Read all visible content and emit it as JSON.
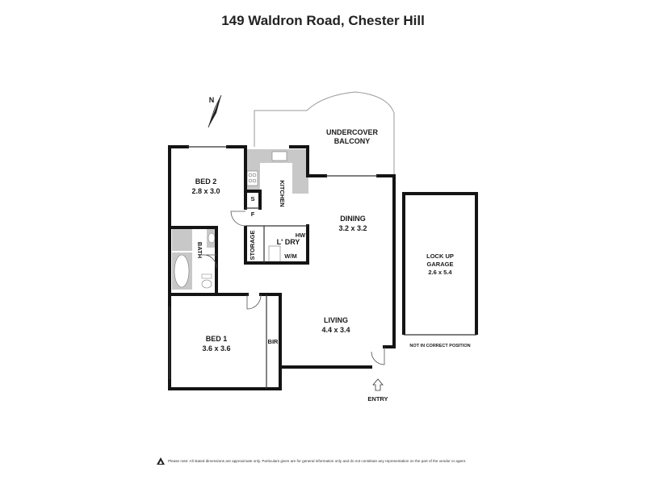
{
  "title": "149 Waldron Road, Chester Hill",
  "compass": {
    "letter": "N",
    "icon": "north-arrow-icon"
  },
  "rooms": {
    "balcony": {
      "line1": "UNDERCOVER",
      "line2": "BALCONY"
    },
    "bed2": {
      "name": "BED 2",
      "size": "2.8 x 3.0"
    },
    "kitchen": {
      "name": "KITCHEN"
    },
    "s": "S",
    "f": "F",
    "dining": {
      "name": "DINING",
      "size": "3.2 x 3.2"
    },
    "hw": "HW",
    "ldry": "L' DRY",
    "wm": "W/M",
    "storage": "STORAGE",
    "bath": "BATH",
    "bed1": {
      "name": "BED 1",
      "size": "3.6 x 3.6"
    },
    "bir": "BIR",
    "living": {
      "name": "LIVING",
      "size": "4.4 x 3.4"
    },
    "garage": {
      "line1": "LOCK UP",
      "line2": "GARAGE",
      "size": "2.6 x 5.4"
    },
    "garage_note": "NOT IN CORRECT POSITION",
    "entry": "ENTRY"
  },
  "footer": {
    "disclaimer": "Please note: All stated dimensions are approximate only. Particulars given are for general information only and do not constitute any representation on the part of the vendor or agent."
  }
}
